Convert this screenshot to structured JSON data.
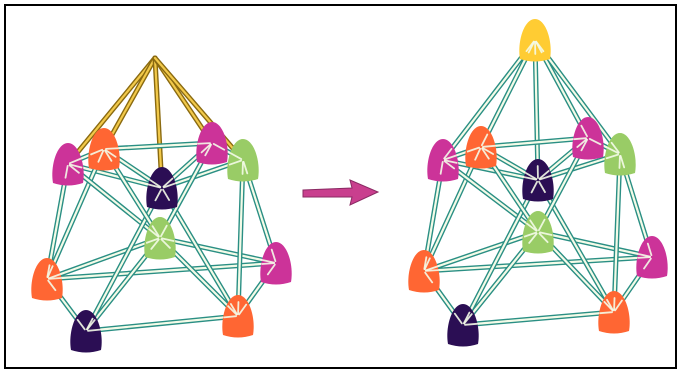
{
  "colors": {
    "frame_border": "#000000",
    "background": "#ffffff",
    "stick_outline": "#2a8f84",
    "stick_fill": "#f4fbe8",
    "yellow_stick_outline": "#8a6a10",
    "yellow_stick_fill": "#f2c94a",
    "arrow": "#c93f8e"
  },
  "figure": {
    "before": {
      "name": "gumdrop-structure-before",
      "apex_marker": "none",
      "gumdrops": [
        {
          "id": "b-magenta-top-left",
          "color": "#cc3399"
        },
        {
          "id": "b-orange-top-left",
          "color": "#ff6633"
        },
        {
          "id": "b-magenta-top-right",
          "color": "#cc3399"
        },
        {
          "id": "b-green-top-right",
          "color": "#99cc66"
        },
        {
          "id": "b-navy-center",
          "color": "#2b0e54"
        },
        {
          "id": "b-green-middle",
          "color": "#99cc66"
        },
        {
          "id": "b-orange-left",
          "color": "#ff6633"
        },
        {
          "id": "b-magenta-right",
          "color": "#cc3399"
        },
        {
          "id": "b-navy-bottom",
          "color": "#2b0e54"
        },
        {
          "id": "b-orange-bottom",
          "color": "#ff6633"
        }
      ]
    },
    "after": {
      "name": "gumdrop-structure-after",
      "apex_marker": "yellow-gumdrop",
      "gumdrops": [
        {
          "id": "a-yellow-apex",
          "color": "#ffcc33"
        },
        {
          "id": "a-magenta-top-left",
          "color": "#cc3399"
        },
        {
          "id": "a-orange-top-left",
          "color": "#ff6633"
        },
        {
          "id": "a-magenta-top-right",
          "color": "#cc3399"
        },
        {
          "id": "a-green-top-right",
          "color": "#99cc66"
        },
        {
          "id": "a-navy-center",
          "color": "#2b0e54"
        },
        {
          "id": "a-green-middle",
          "color": "#99cc66"
        },
        {
          "id": "a-orange-left",
          "color": "#ff6633"
        },
        {
          "id": "a-magenta-right",
          "color": "#cc3399"
        },
        {
          "id": "a-navy-bottom",
          "color": "#2b0e54"
        },
        {
          "id": "a-orange-bottom",
          "color": "#ff6633"
        }
      ]
    },
    "arrow_icon": "right-arrow-icon"
  }
}
